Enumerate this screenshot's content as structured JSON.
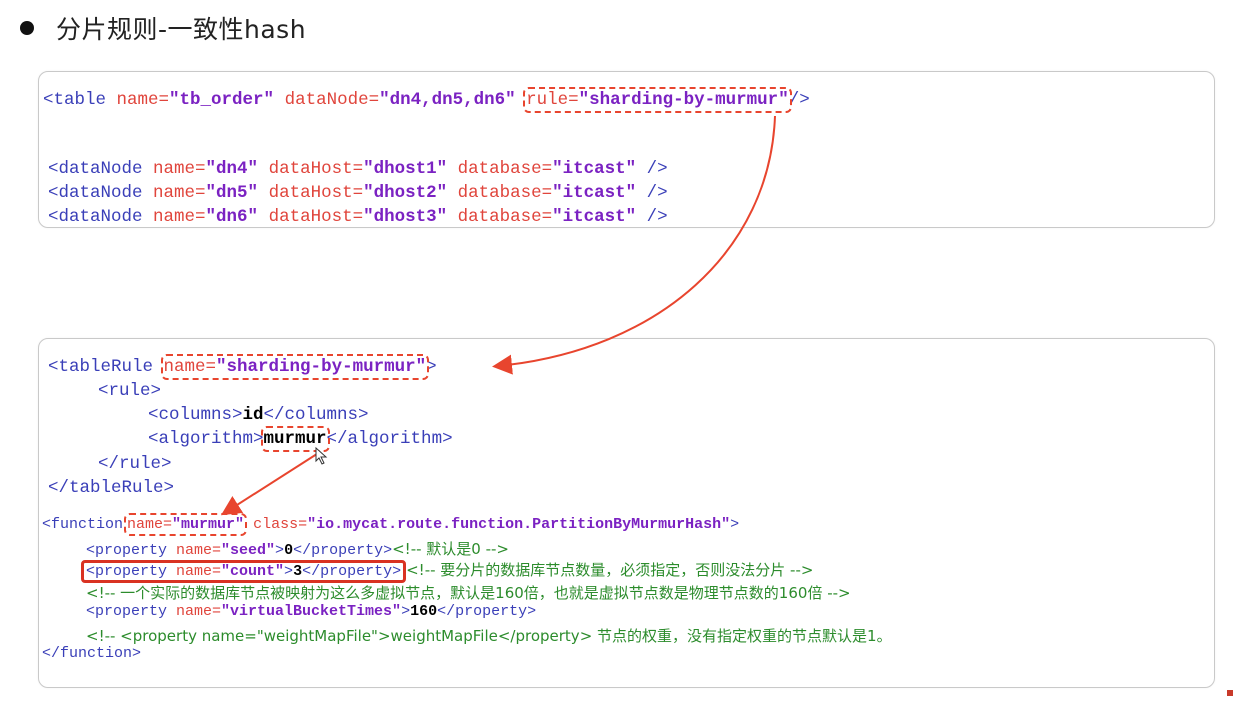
{
  "title": "分片规则-一致性hash",
  "box1": {
    "table_line": {
      "open": "<table ",
      "name_attr": "name=",
      "name_val": "\"tb_order\"",
      "dn_attr": " dataNode=",
      "dn_val": "\"dn4,dn5,dn6\"",
      "rule_attr": "rule=",
      "rule_val": "\"sharding-by-murmur\"",
      "close": "/>"
    },
    "datanodes": [
      {
        "name": "\"dn4\"",
        "host": "\"dhost1\"",
        "db": "\"itcast\""
      },
      {
        "name": "\"dn5\"",
        "host": "\"dhost2\"",
        "db": "\"itcast\""
      },
      {
        "name": "\"dn6\"",
        "host": "\"dhost3\"",
        "db": "\"itcast\""
      }
    ],
    "dn_open": "<dataNode ",
    "dn_name_attr": "name=",
    "dn_host_attr": " dataHost=",
    "dn_db_attr": " database=",
    "dn_close": " />"
  },
  "box2": {
    "tablerule_open": "<tableRule ",
    "tablerule_attr": "name=",
    "tablerule_val": "\"sharding-by-murmur\"",
    "tablerule_end": ">",
    "rule_open": "<rule>",
    "columns_open": "<columns>",
    "columns_val": "id",
    "columns_close": "</columns>",
    "algo_open": "<algorithm>",
    "algo_val": "murmur",
    "algo_close": "</algorithm>",
    "rule_close": "</rule>",
    "tablerule_close": "</tableRule>",
    "function_open": "<function",
    "function_name_attr": "name=",
    "function_name_val": "\"murmur\"",
    "function_class_attr": "class=",
    "function_class_val": "\"io.mycat.route.function.PartitionByMurmurHash\"",
    "function_end": ">",
    "seed_open": "<property ",
    "seed_attr": "name=",
    "seed_name": "\"seed\"",
    "seed_mid": ">",
    "seed_val": "0",
    "seed_close": "</property>",
    "seed_comment": "<!-- 默认是0 -->",
    "count_open": "<property ",
    "count_attr": "name=",
    "count_name": "\"count\"",
    "count_mid": ">",
    "count_val": "3",
    "count_close": "</property>",
    "count_comment": "<!-- 要分片的数据库节点数量，必须指定，否则没法分片 -->",
    "virtual_comment": "<!-- 一个实际的数据库节点被映射为这么多虚拟节点，默认是160倍，也就是虚拟节点数是物理节点数的160倍 -->",
    "vbt_open": "<property ",
    "vbt_attr": "name=",
    "vbt_name": "\"virtualBucketTimes\"",
    "vbt_mid": ">",
    "vbt_val": "160",
    "vbt_close": "</property>",
    "weight_comment": "<!-- <property name=\"weightMapFile\">weightMapFile</property> 节点的权重，没有指定权重的节点默认是1。",
    "function_close": "</function>"
  },
  "colors": {
    "tag": "#3a3fb8",
    "attr": "#e0453c",
    "value": "#7b22c2",
    "comment": "#2c8c2c",
    "highlight": "#e8452e"
  }
}
